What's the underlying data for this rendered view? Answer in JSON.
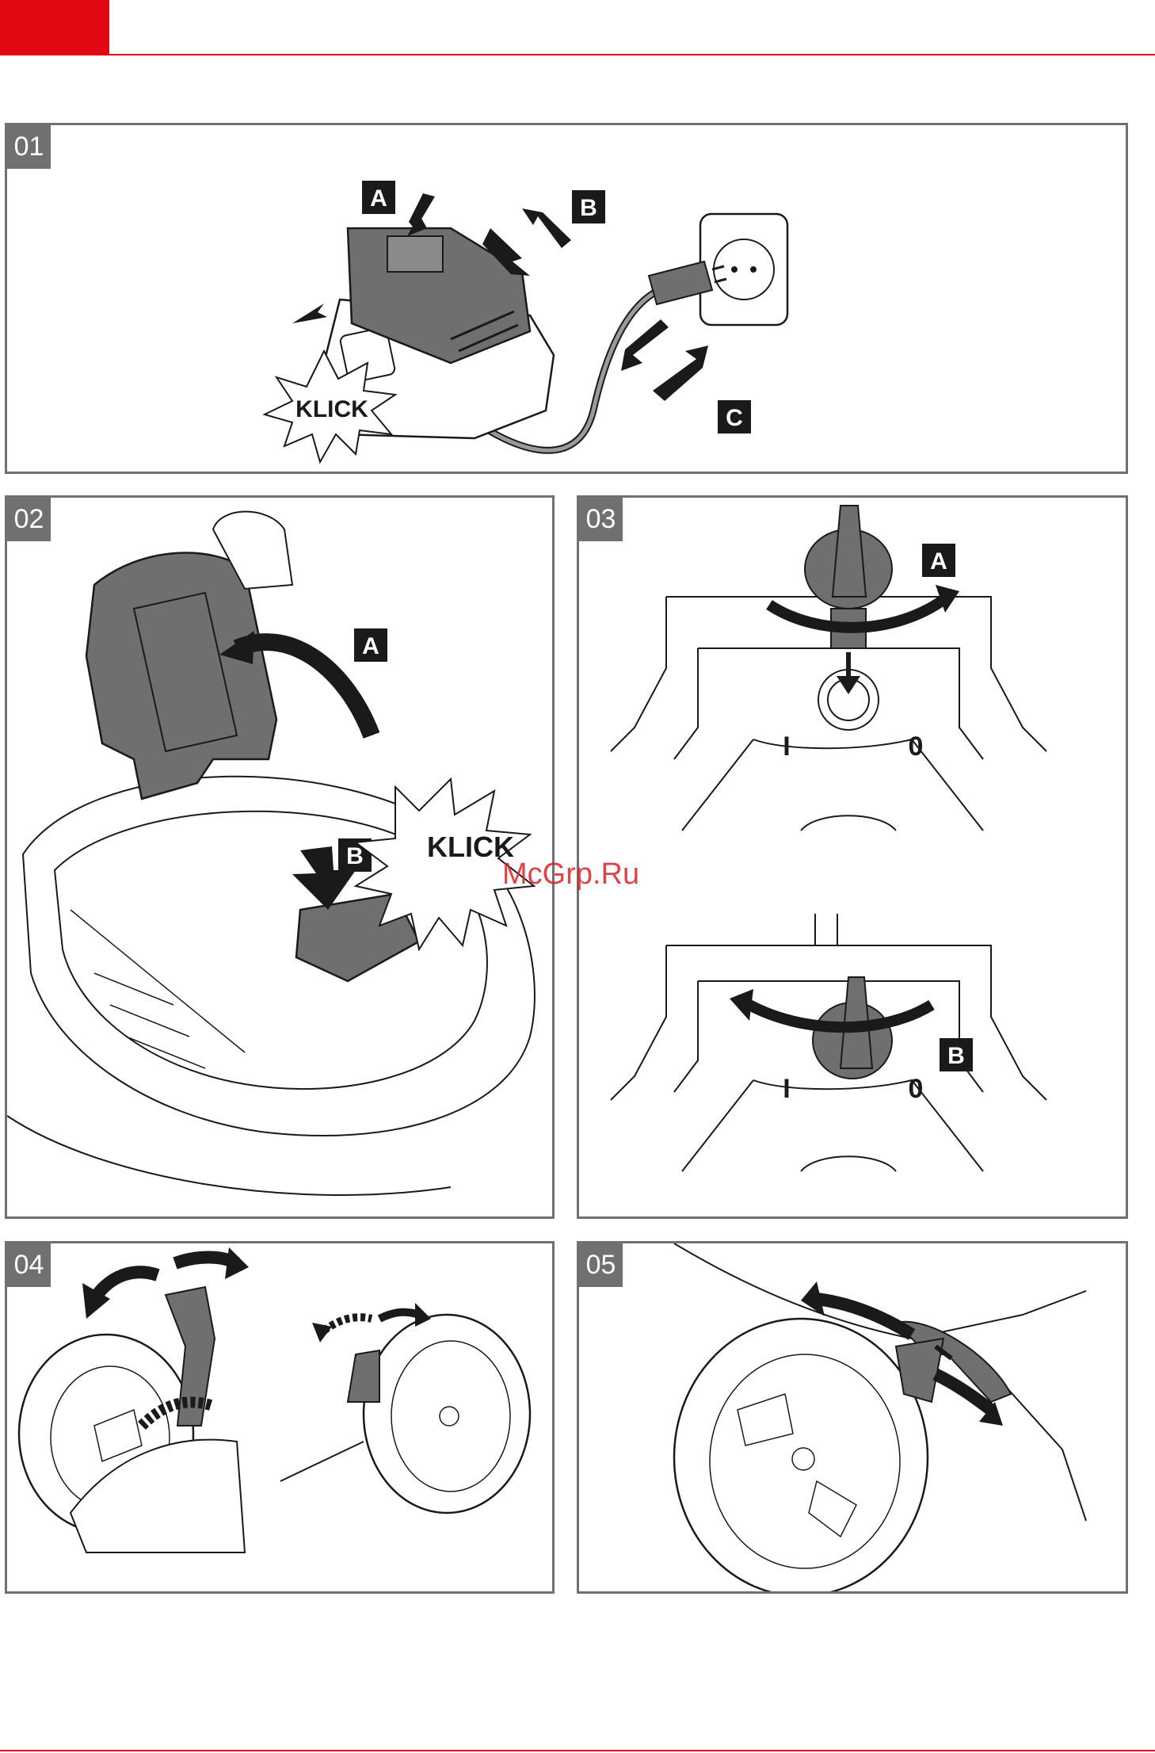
{
  "colors": {
    "brand_red": "#e30613",
    "frame_gray": "#707070",
    "part_gray": "#6f6f6f",
    "ink": "#1a1a1a"
  },
  "panels": [
    {
      "number": "01",
      "labels": [
        "A",
        "B",
        "C"
      ],
      "burst": "KLICK"
    },
    {
      "number": "02",
      "labels": [
        "A",
        "B"
      ],
      "burst": "KLICK"
    },
    {
      "number": "03",
      "labels": [
        "A",
        "B"
      ],
      "marks": [
        "I",
        "0",
        "I",
        "0"
      ]
    },
    {
      "number": "04"
    },
    {
      "number": "05"
    }
  ],
  "watermark": "McGrp.Ru"
}
